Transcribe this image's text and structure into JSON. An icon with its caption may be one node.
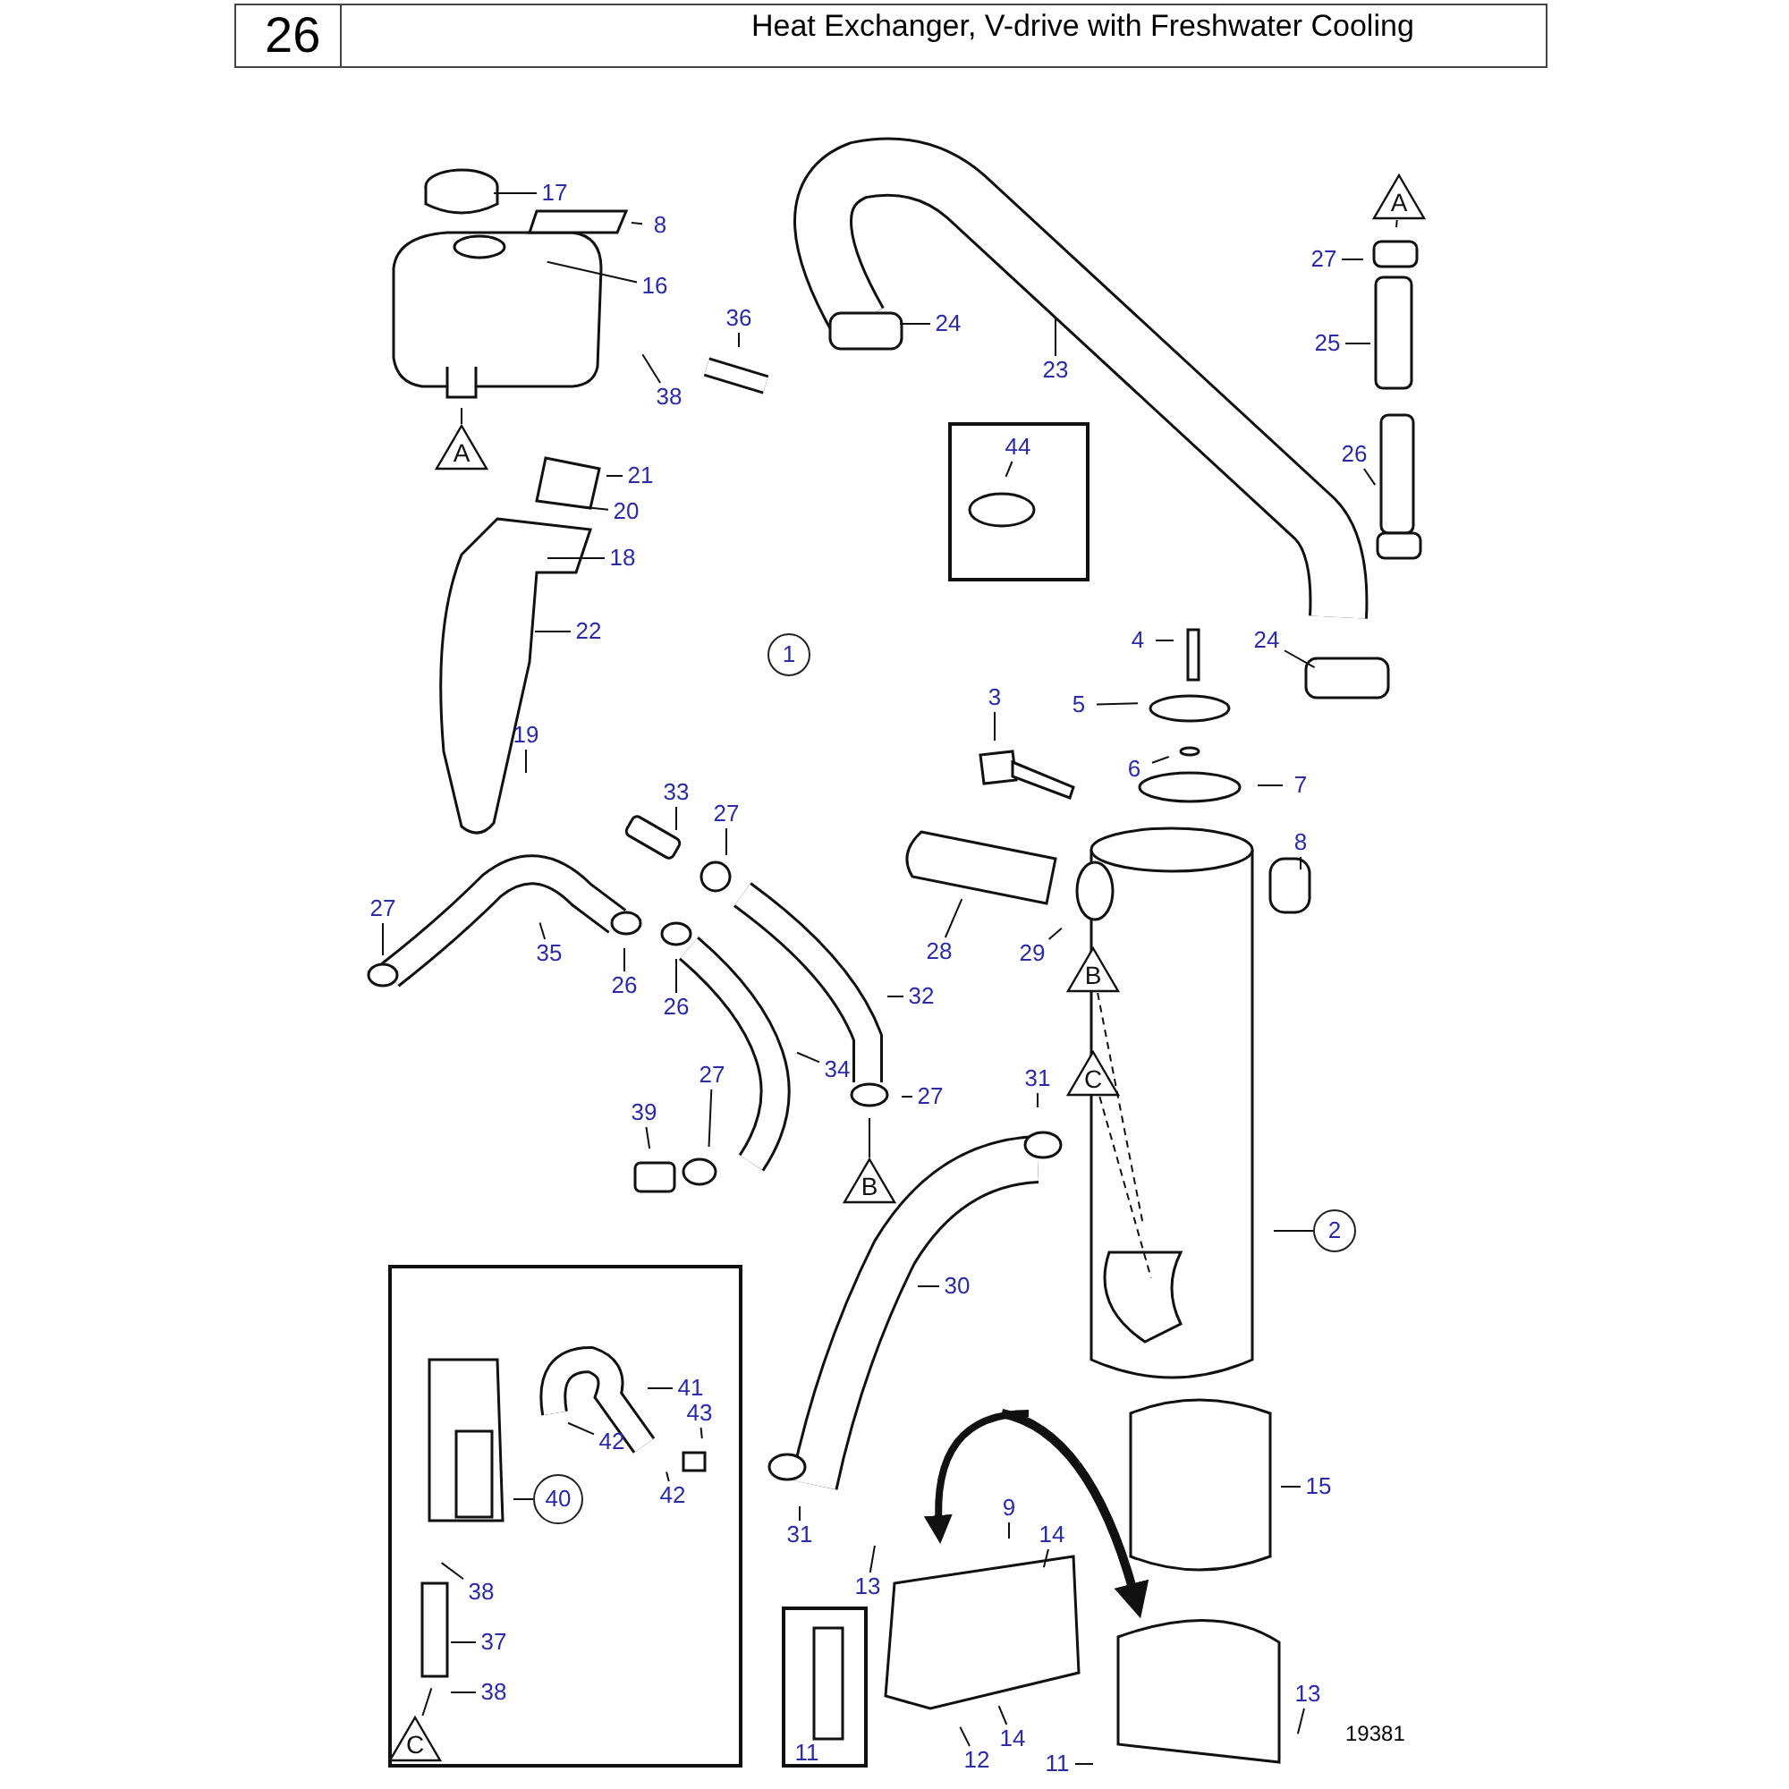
{
  "diagram": {
    "title": "Heat Exchanger, V-drive with Freshwater Cooling",
    "nodes": [
      {
        "text": [
          "17"
        ]
      },
      {
        "text": [
          "8"
        ]
      },
      {
        "text": [
          "16"
        ]
      },
      {
        "text": [
          "36"
        ]
      },
      {
        "text": [
          "38"
        ]
      },
      {
        "text": [
          "A"
        ]
      },
      {
        "text": [
          "21"
        ]
      },
      {
        "text": [
          "20"
        ]
      },
      {
        "text": [
          "18"
        ]
      },
      {
        "text": [
          "22"
        ]
      },
      {
        "text": [
          "19"
        ]
      },
      {
        "text": [
          "1"
        ]
      },
      {
        "text": [
          "24"
        ]
      },
      {
        "text": [
          "23"
        ]
      },
      {
        "text": [],
        "shape": "box"
      },
      {
        "text": [
          "44"
        ],
        "in": 14
      },
      {
        "text": [
          "A"
        ]
      },
      {
        "text": [
          "27"
        ]
      },
      {
        "text": [
          "25"
        ]
      },
      {
        "text": [
          "26"
        ]
      },
      {
        "text": [
          "4"
        ]
      },
      {
        "text": [
          "24"
        ]
      },
      {
        "text": [
          "5"
        ]
      },
      {
        "text": [
          "6"
        ]
      },
      {
        "text": [
          "7"
        ]
      },
      {
        "text": [
          "3"
        ]
      },
      {
        "text": [
          "8"
        ]
      },
      {
        "text": [
          "28"
        ]
      },
      {
        "text": [
          "29"
        ]
      },
      {
        "text": [
          "33"
        ]
      },
      {
        "text": [
          "27"
        ]
      },
      {
        "text": [
          "27"
        ]
      },
      {
        "text": [
          "35"
        ]
      },
      {
        "text": [
          "26"
        ]
      },
      {
        "text": [
          "26"
        ]
      },
      {
        "text": [
          "34"
        ]
      },
      {
        "text": [
          "32"
        ]
      },
      {
        "text": [
          "27"
        ]
      },
      {
        "text": [
          "B"
        ]
      },
      {
        "text": [
          "39"
        ]
      },
      {
        "text": [
          "27"
        ]
      },
      {
        "text": [
          "31"
        ]
      },
      {
        "text": [
          "B"
        ]
      },
      {
        "text": [
          "C"
        ]
      },
      {
        "text": [
          "2"
        ]
      },
      {
        "text": [
          "30"
        ]
      },
      {
        "text": [
          "31"
        ]
      },
      {
        "text": [],
        "shape": "box"
      },
      {
        "text": [
          "41"
        ],
        "in": 47
      },
      {
        "text": [
          "43"
        ],
        "in": 47
      },
      {
        "text": [
          "42"
        ],
        "in": 47
      },
      {
        "text": [
          "42"
        ],
        "in": 47
      },
      {
        "text": [
          "40"
        ],
        "in": 47
      },
      {
        "text": [
          "38"
        ],
        "in": 47
      },
      {
        "text": [
          "37"
        ],
        "in": 47
      },
      {
        "text": [
          "38"
        ],
        "in": 47
      },
      {
        "text": [
          "C"
        ],
        "in": 47
      },
      {
        "text": [
          "9"
        ]
      },
      {
        "text": [
          "14"
        ]
      },
      {
        "text": [
          "13"
        ]
      },
      {
        "text": [],
        "shape": "box"
      },
      {
        "text": [
          "11"
        ],
        "in": 60
      },
      {
        "text": [
          "14"
        ]
      },
      {
        "text": [
          "12"
        ]
      },
      {
        "text": [
          "11"
        ]
      },
      {
        "text": [
          "15"
        ]
      },
      {
        "text": [
          "13"
        ]
      }
    ],
    "edges": [
      {
        "from": 0,
        "to": null,
        "arrow": "none"
      },
      {
        "from": 1,
        "to": null,
        "arrow": "none"
      },
      {
        "from": 2,
        "to": null,
        "arrow": "none"
      },
      {
        "from": 3,
        "to": null,
        "arrow": "none"
      },
      {
        "from": 4,
        "to": null,
        "arrow": "none"
      },
      {
        "from": 5,
        "to": null,
        "arrow": "none"
      },
      {
        "from": 6,
        "to": null,
        "arrow": "none"
      },
      {
        "from": 7,
        "to": null,
        "arrow": "none"
      },
      {
        "from": 8,
        "to": null,
        "arrow": "none"
      },
      {
        "from": 9,
        "to": null,
        "arrow": "none"
      },
      {
        "from": 10,
        "to": null,
        "arrow": "none"
      },
      {
        "from": 12,
        "to": null,
        "arrow": "none"
      },
      {
        "from": 13,
        "to": null,
        "arrow": "none"
      },
      {
        "from": 15,
        "to": null,
        "arrow": "none"
      },
      {
        "from": 16,
        "to": null,
        "arrow": "none"
      },
      {
        "from": 17,
        "to": null,
        "arrow": "none"
      },
      {
        "from": 18,
        "to": null,
        "arrow": "none"
      },
      {
        "from": 19,
        "to": null,
        "arrow": "none"
      },
      {
        "from": 20,
        "to": null,
        "arrow": "none"
      },
      {
        "from": 21,
        "to": null,
        "arrow": "none"
      },
      {
        "from": 22,
        "to": null,
        "arrow": "none"
      },
      {
        "from": 23,
        "to": null,
        "arrow": "none"
      },
      {
        "from": 24,
        "to": null,
        "arrow": "none"
      },
      {
        "from": 25,
        "to": null,
        "arrow": "none"
      },
      {
        "from": 26,
        "to": null,
        "arrow": "none"
      },
      {
        "from": 27,
        "to": null,
        "arrow": "none"
      },
      {
        "from": 28,
        "to": null,
        "arrow": "none"
      },
      {
        "from": 29,
        "to": null,
        "arrow": "none"
      },
      {
        "from": 30,
        "to": null,
        "arrow": "none"
      },
      {
        "from": 31,
        "to": null,
        "arrow": "none"
      },
      {
        "from": 32,
        "to": null,
        "arrow": "none"
      },
      {
        "from": 33,
        "to": null,
        "arrow": "none"
      },
      {
        "from": 34,
        "to": null,
        "arrow": "none"
      },
      {
        "from": 35,
        "to": null,
        "arrow": "none"
      },
      {
        "from": 36,
        "to": null,
        "arrow": "none"
      },
      {
        "from": 37,
        "to": null,
        "arrow": "none"
      },
      {
        "from": 38,
        "to": null,
        "arrow": "none"
      },
      {
        "from": 39,
        "to": null,
        "arrow": "none"
      },
      {
        "from": 40,
        "to": null,
        "arrow": "none"
      },
      {
        "from": 41,
        "to": null,
        "arrow": "none"
      },
      {
        "from": 42,
        "to": null,
        "arrow": "none",
        "style": "dashed"
      },
      {
        "from": 43,
        "to": null,
        "arrow": "none",
        "style": "dashed"
      },
      {
        "from": 44,
        "to": null,
        "arrow": "none"
      },
      {
        "from": 45,
        "to": null,
        "arrow": "none"
      },
      {
        "from": 46,
        "to": null,
        "arrow": "none"
      },
      {
        "from": 48,
        "to": null,
        "arrow": "none"
      },
      {
        "from": 49,
        "to": null,
        "arrow": "none"
      },
      {
        "from": 50,
        "to": null,
        "arrow": "none"
      },
      {
        "from": 51,
        "to": null,
        "arrow": "none"
      },
      {
        "from": 52,
        "to": null,
        "arrow": "none"
      },
      {
        "from": 53,
        "to": null,
        "arrow": "none"
      },
      {
        "from": 54,
        "to": null,
        "arrow": "none"
      },
      {
        "from": 55,
        "to": null,
        "arrow": "none"
      },
      {
        "from": 56,
        "to": null,
        "arrow": "none"
      },
      {
        "from": 57,
        "to": null,
        "arrow": "none"
      },
      {
        "from": 58,
        "to": null,
        "arrow": "none"
      },
      {
        "from": 59,
        "to": null,
        "arrow": "none"
      },
      {
        "from": 62,
        "to": null,
        "arrow": "none"
      },
      {
        "from": 63,
        "to": null,
        "arrow": "none"
      },
      {
        "from": 64,
        "to": null,
        "arrow": "none"
      },
      {
        "from": 65,
        "to": null,
        "arrow": "none"
      },
      {
        "from": 66,
        "to": null,
        "arrow": "none"
      }
    ],
    "labels": [
      "26",
      "19381"
    ]
  }
}
